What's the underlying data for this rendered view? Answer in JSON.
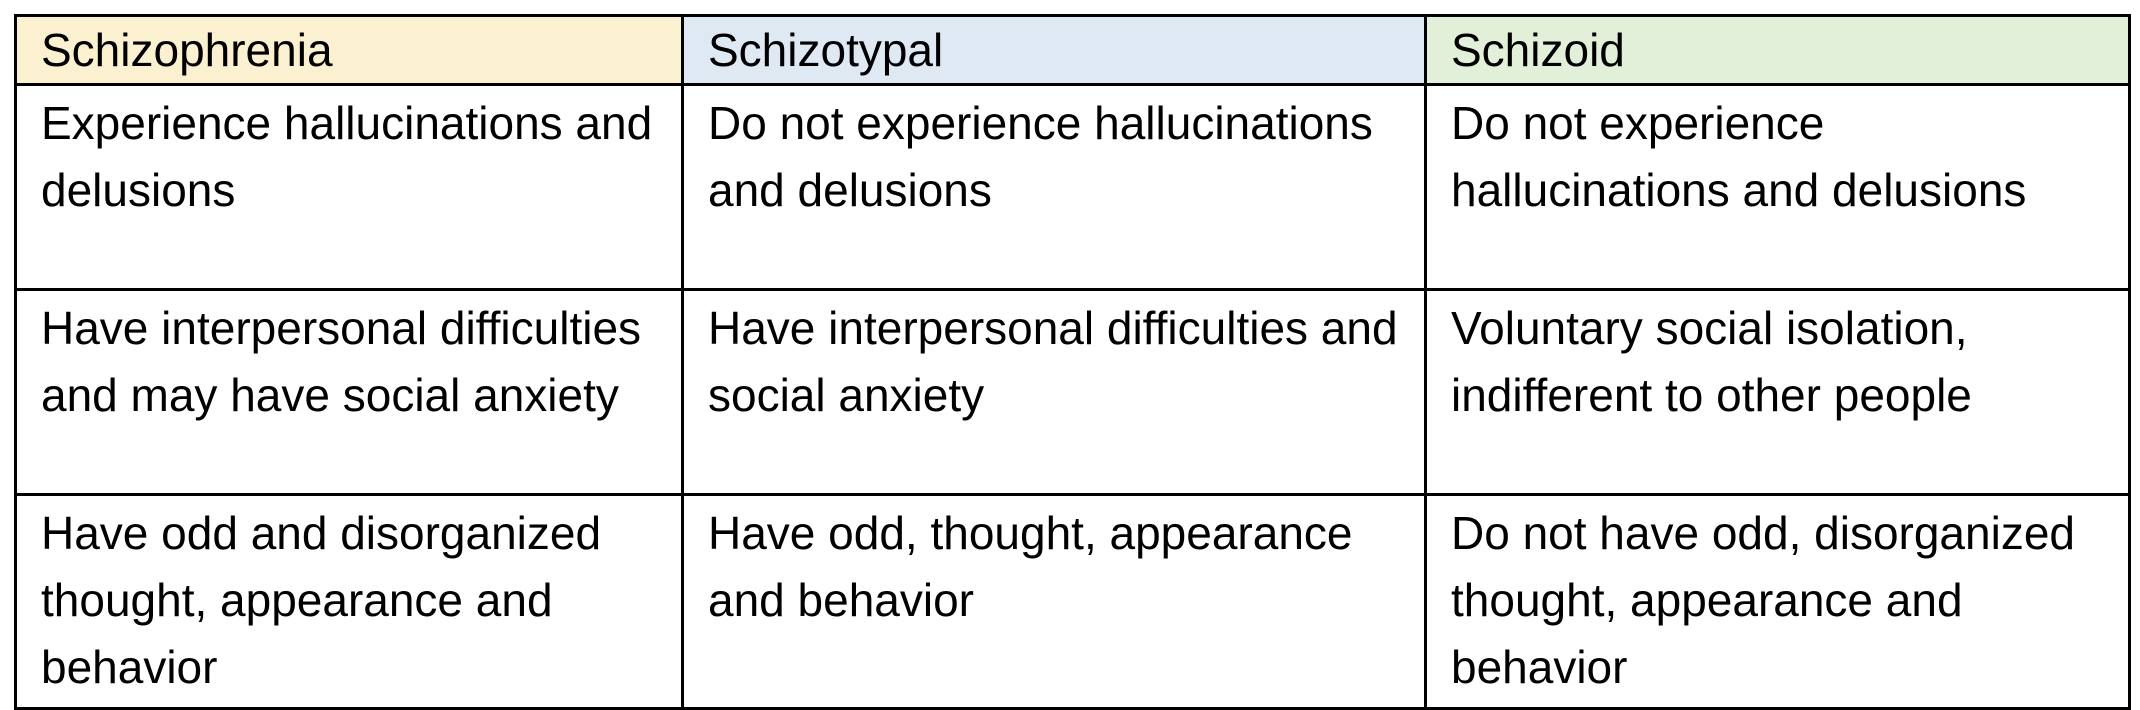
{
  "table": {
    "headers": [
      {
        "label": "Schizophrenia",
        "color": "#fbf0cf"
      },
      {
        "label": "Schizotypal",
        "color": "#dfe9f4"
      },
      {
        "label": "Schizoid",
        "color": "#e2efd9"
      }
    ],
    "rows": [
      [
        "Experience hallucinations and delusions",
        "Do not experience hallucinations and delusions",
        "Do not experience hallucinations and delusions"
      ],
      [
        "Have interpersonal difficulties and may have social anxiety",
        "Have interpersonal difficulties and social anxiety",
        "Voluntary social isolation, indifferent to other people"
      ],
      [
        "Have odd and disorganized thought, appearance and behavior",
        "Have odd, thought, appearance and behavior",
        "Do not have odd, disorganized thought, appearance and behavior"
      ]
    ]
  }
}
